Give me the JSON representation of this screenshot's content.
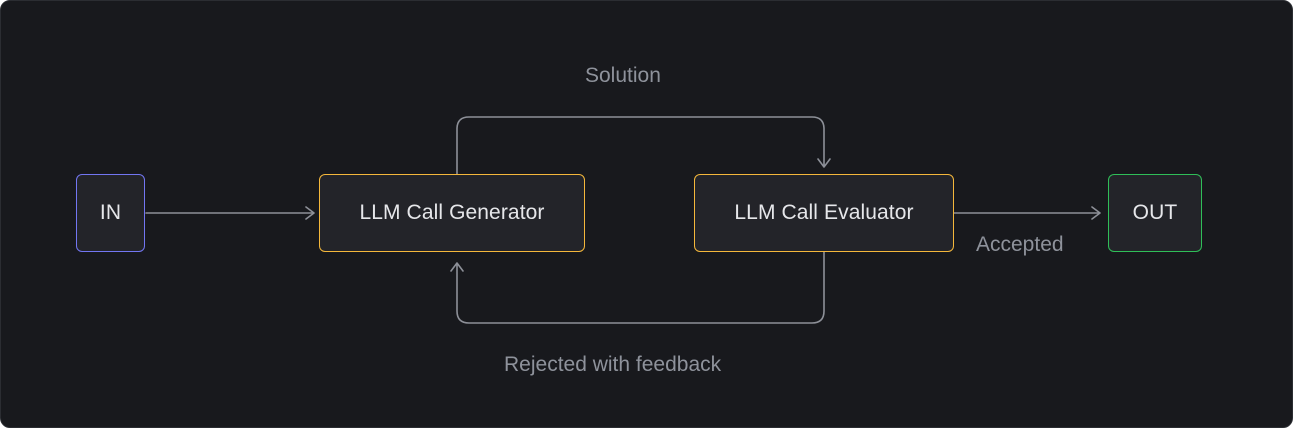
{
  "diagram": {
    "nodes": {
      "input": "IN",
      "generator": "LLM Call Generator",
      "evaluator": "LLM Call Evaluator",
      "output": "OUT"
    },
    "edges": {
      "solution": "Solution",
      "feedback": "Rejected with feedback",
      "accepted": "Accepted"
    }
  },
  "colors": {
    "background": "#18191d",
    "node_fill": "#232429",
    "input_border": "#7276f2",
    "llm_border": "#f4b73b",
    "output_border": "#2fbe58",
    "connector": "#8d9098",
    "label_text": "#8e929b"
  }
}
